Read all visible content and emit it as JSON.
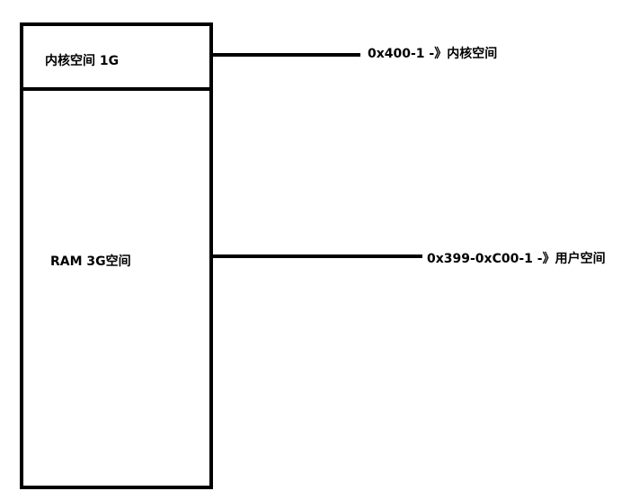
{
  "colors": {
    "background": "#ffffff",
    "stroke": "#000000",
    "text": "#000000"
  },
  "diagram": {
    "kernel_region": {
      "label": "内核空间 1G",
      "address_note": "0x400-1 -》内核空间"
    },
    "ram_region": {
      "label": "RAM  3G空间",
      "address_note": "0x399-0xC00-1 -》用户空间"
    }
  }
}
